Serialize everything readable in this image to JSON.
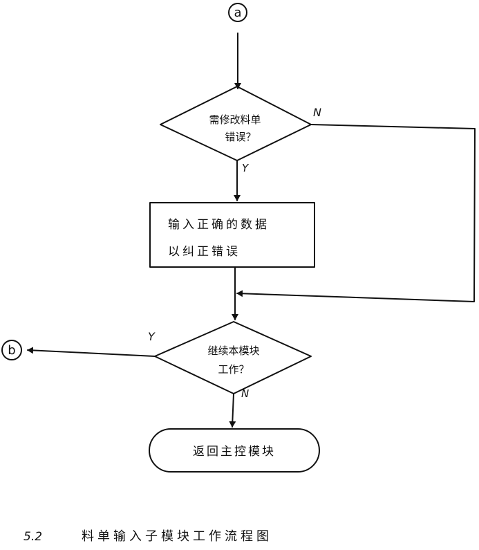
{
  "connectors": {
    "top": "a",
    "left": "b"
  },
  "decision1": {
    "line1": "需修改料单",
    "line2": "错误？",
    "no_label": "N",
    "yes_label": "Y"
  },
  "process1": {
    "line1": "输入正确的数据",
    "line2": "以纠正错误"
  },
  "decision2": {
    "line1": "继续本模块",
    "line2": "工作？",
    "yes_label": "Y",
    "no_label": "N"
  },
  "terminal": {
    "label": "返回主控模块"
  },
  "caption": {
    "number": "5.2",
    "text": "料单输入子模块工作流程图"
  }
}
